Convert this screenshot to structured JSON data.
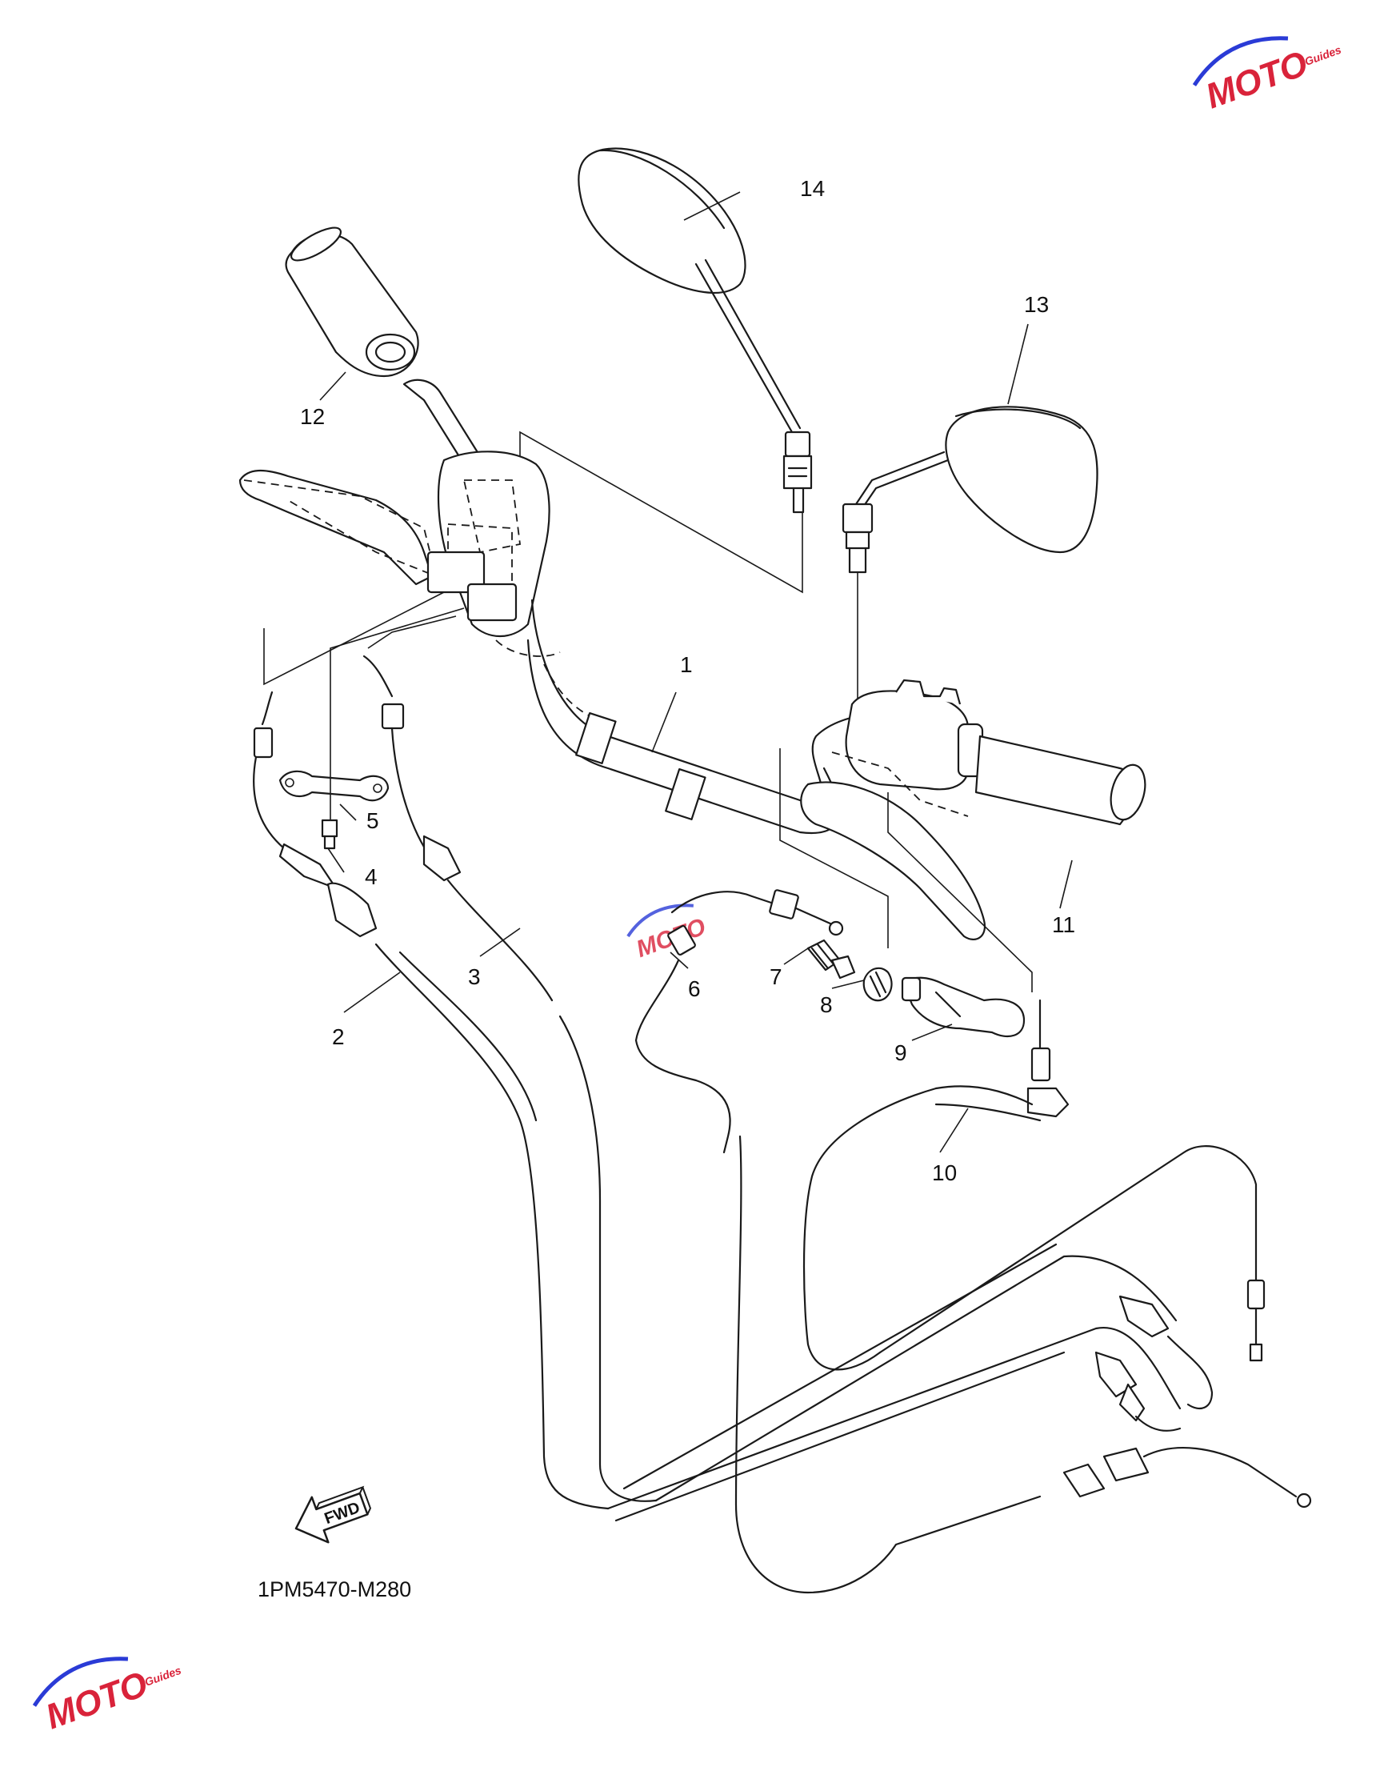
{
  "callouts": [
    {
      "id": "1",
      "text": "1"
    },
    {
      "id": "2",
      "text": "2"
    },
    {
      "id": "3",
      "text": "3"
    },
    {
      "id": "4",
      "text": "4"
    },
    {
      "id": "5",
      "text": "5"
    },
    {
      "id": "6",
      "text": "6"
    },
    {
      "id": "7",
      "text": "7"
    },
    {
      "id": "8",
      "text": "8"
    },
    {
      "id": "9",
      "text": "9"
    },
    {
      "id": "10",
      "text": "10"
    },
    {
      "id": "11",
      "text": "11"
    },
    {
      "id": "12",
      "text": "12"
    },
    {
      "id": "13",
      "text": "13"
    },
    {
      "id": "14",
      "text": "14"
    }
  ],
  "direction_badge": "FWD",
  "diagram_code": "1PM5470-M280",
  "watermark": {
    "brand": "MOTO",
    "sub": "Guides",
    "colors": {
      "red": "#d9233a",
      "blue": "#2a3bd6"
    }
  }
}
